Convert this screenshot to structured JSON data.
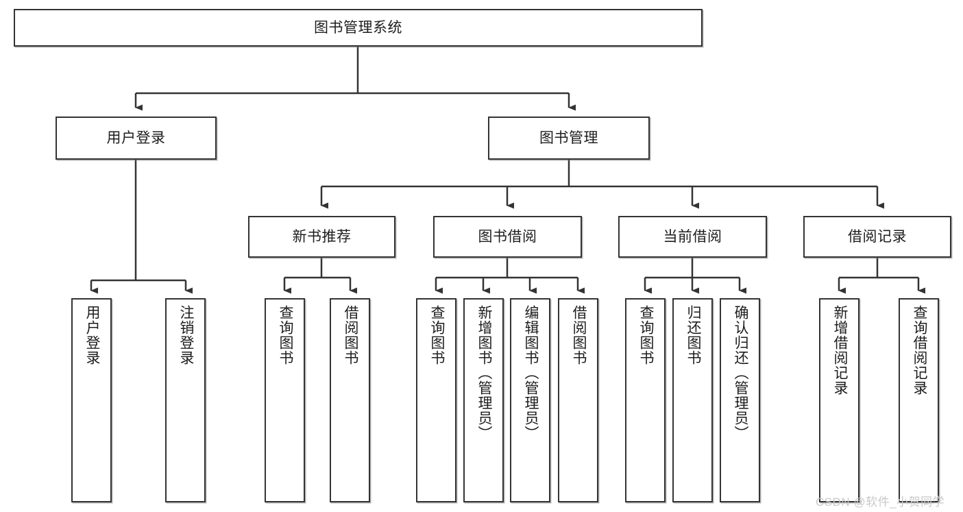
{
  "diagram": {
    "title": "图书管理系统",
    "type": "tree-hierarchy",
    "watermark": "CSDN @软件_小贺同学",
    "colors": {
      "box_border": "#333333",
      "box_fill": "#ffffff",
      "connector": "#333333",
      "text": "#1d1d1d",
      "watermark": "#c9c9c9",
      "background": "#ffffff"
    },
    "nodes": {
      "root": {
        "label": "图书管理系统"
      },
      "level2": [
        {
          "label": "用户登录"
        },
        {
          "label": "图书管理"
        }
      ],
      "level3": [
        {
          "label": "新书推荐"
        },
        {
          "label": "图书借阅"
        },
        {
          "label": "当前借阅"
        },
        {
          "label": "借阅记录"
        }
      ],
      "leaves": [
        {
          "label": "用户登录",
          "parent": "用户登录"
        },
        {
          "label": "注销登录",
          "parent": "用户登录"
        },
        {
          "label": "查询图书",
          "parent": "新书推荐"
        },
        {
          "label": "借阅图书",
          "parent": "新书推荐"
        },
        {
          "label": "查询图书",
          "parent": "图书借阅"
        },
        {
          "label": "新增图书（管理员）",
          "parent": "图书借阅"
        },
        {
          "label": "编辑图书（管理员）",
          "parent": "图书借阅"
        },
        {
          "label": "借阅图书",
          "parent": "图书借阅"
        },
        {
          "label": "查询图书",
          "parent": "当前借阅"
        },
        {
          "label": "归还图书",
          "parent": "当前借阅"
        },
        {
          "label": "确认归还（管理员）",
          "parent": "当前借阅"
        },
        {
          "label": "新增借阅记录",
          "parent": "借阅记录"
        },
        {
          "label": "查询借阅记录",
          "parent": "借阅记录"
        }
      ]
    }
  }
}
